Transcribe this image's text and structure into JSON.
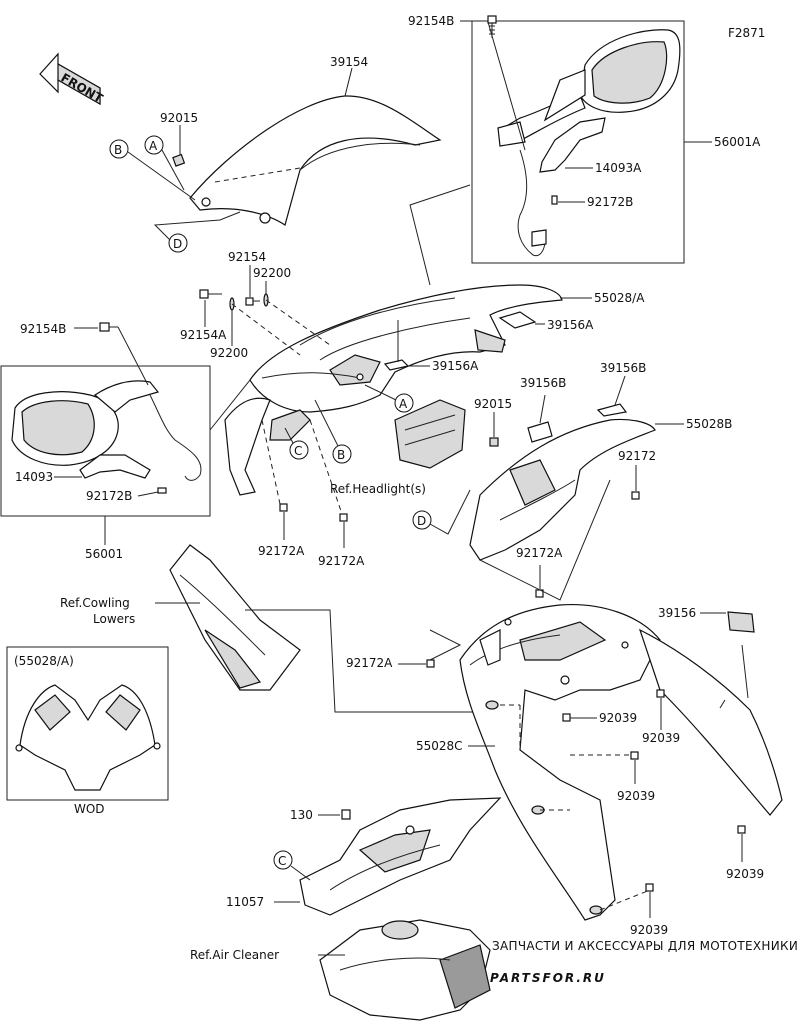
{
  "diagram_id": "F2871",
  "front_label": "FRONT",
  "wod_title": "(55028/A)",
  "wod_caption": "WOD",
  "parts": {
    "p39154_top": "39154",
    "p92015_left": "92015",
    "p92154B_top": "92154B",
    "p56001A": "56001A",
    "p14093A": "14093A",
    "p92172B_right": "92172B",
    "p92154": "92154",
    "p92200_top": "92200",
    "p92154A": "92154A",
    "p92200_bottom": "92200",
    "p92154B_left": "92154B",
    "p55028A": "55028/A",
    "p39156A_1": "39156A",
    "p39156A_2": "39156A",
    "p14093": "14093",
    "p92172B_left": "92172B",
    "p56001": "56001",
    "p39156B_1": "39156B",
    "p39156B_2": "39156B",
    "p92015_right": "92015",
    "p55028B": "55028B",
    "p92172_right": "92172",
    "p92172A_1": "92172A",
    "p92172A_2": "92172A",
    "p92172A_3": "92172A",
    "p92172A_4": "92172A",
    "p39156_right": "39156",
    "p92039_1": "92039",
    "p92039_2": "92039",
    "p92039_3": "92039",
    "p55028C": "55028C",
    "p92039_4": "92039",
    "p92039_5": "92039",
    "p130": "130",
    "p11057": "11057"
  },
  "refs": {
    "headlights": "Ref.Headlight(s)",
    "cowling_lowers_1": "Ref.Cowling",
    "cowling_lowers_2": "Lowers",
    "air_cleaner": "Ref.Air Cleaner"
  },
  "callouts": {
    "A": "A",
    "B": "B",
    "C": "C",
    "D": "D"
  },
  "watermark": {
    "line1": "ЗАПЧАСТИ И АКСЕССУАРЫ ДЛЯ МОТОТЕХНИКИ",
    "line2": "PARTSFOR.RU"
  }
}
